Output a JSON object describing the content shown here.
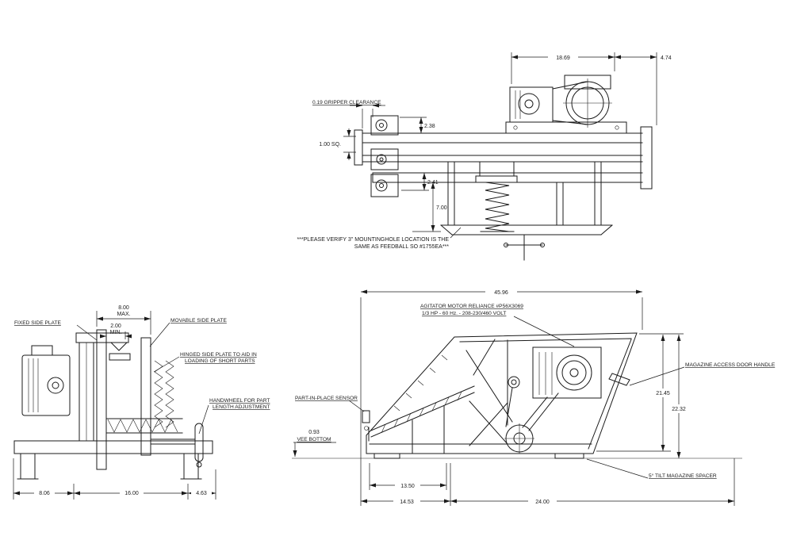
{
  "colors": {
    "background": "#ffffff",
    "ink": "#1b1b1b"
  },
  "top_view": {
    "labels": {
      "gripper_clearance": "0.19 GRIPPER CLEARANCE",
      "note_line1": "***PLEASE VERIFY 3\" MOUNTINGHOLE LOCATION IS THE",
      "note_line2": "SAME AS FEEDBALL SO #1755EA***"
    },
    "dims": {
      "motor_span": "18.69",
      "overhang": "4.74",
      "bracket_height": "2.38",
      "tube_size": "1.00 SQ.",
      "lower_rail": "2.41",
      "spring_drop": "7.00"
    }
  },
  "end_view": {
    "labels": {
      "fixed_plate": "FIXED SIDE PLATE",
      "movable_plate": "MOVABLE SIDE PLATE",
      "hinged_plate_line1": "HINGED SIDE PLATE TO AID IN",
      "hinged_plate_line2": "LOADING OF SHORT PARTS",
      "handwheel_line1": "HANDWHEEL FOR PART",
      "handwheel_line2": "LENGTH ADJUSTMENT"
    },
    "dims": {
      "max_opening_value": "8.00",
      "max_opening_suffix": "MAX.",
      "min_opening_value": "2.00",
      "min_opening_suffix": "MIN.",
      "base_left": "8.06",
      "base_center": "16.00",
      "base_right": "4.63"
    }
  },
  "side_view": {
    "labels": {
      "agitator_motor_line1": "AGITATOR MOTOR RELIANCE #P56X3069",
      "agitator_motor_line2": "1/3 HP - 60 Hz. - 208-230/460 VOLT",
      "door_handle": "MAGAZINE ACCESS DOOR HANDLE",
      "part_sensor": "PART-IN-PLACE SENSOR",
      "vee_value": "0.93",
      "vee_text": "VEE BOTTOM",
      "tilt_spacer": "5° TILT MAGAZINE SPACER"
    },
    "dims": {
      "overall_length": "45.96",
      "inner_height": "21.45",
      "overall_height": "22.32",
      "track_length": "13.50",
      "base_front": "14.53",
      "base_rear": "24.00"
    }
  }
}
